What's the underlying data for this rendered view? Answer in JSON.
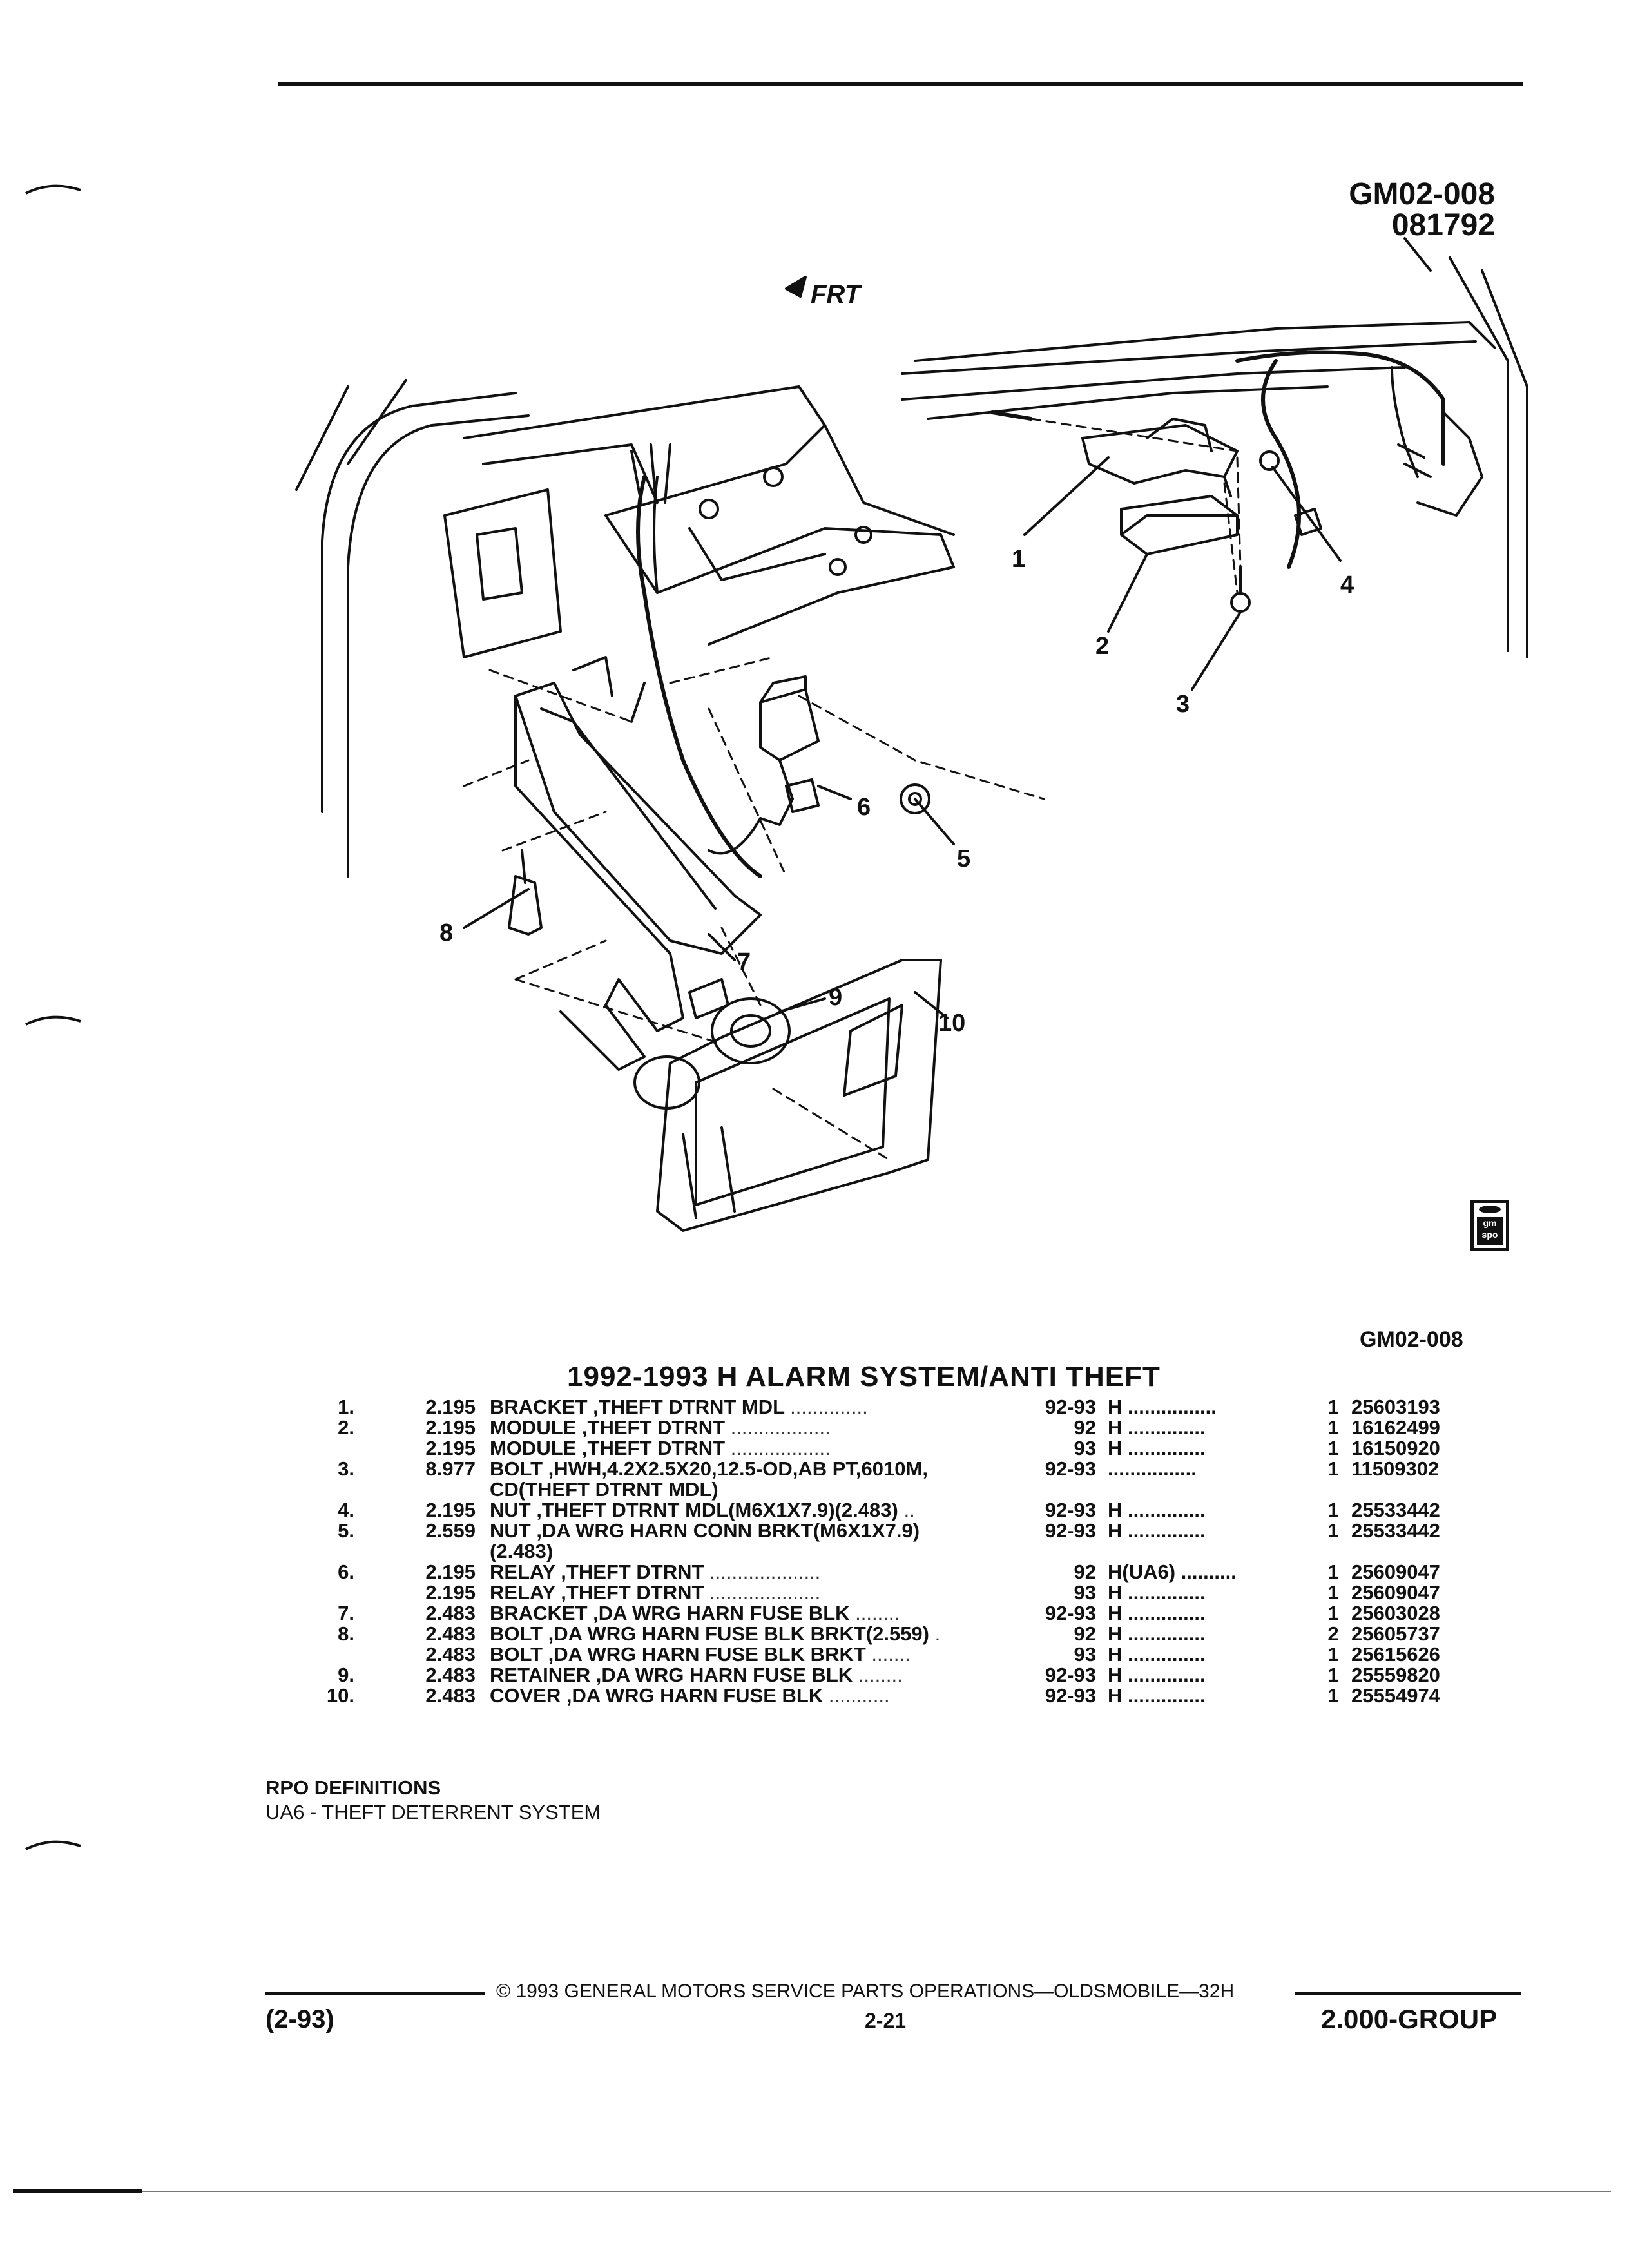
{
  "figure": {
    "id_top_1": "GM02-008",
    "id_top_2": "081792",
    "id_bottom": "GM02-008",
    "frt_label": "FRT",
    "callouts": [
      "1",
      "2",
      "3",
      "4",
      "5",
      "6",
      "7",
      "8",
      "9",
      "10"
    ]
  },
  "logo": {
    "text_1": "gm",
    "text_2": "spo"
  },
  "section_title": "1992-1993 H ALARM SYSTEM/ANTI THEFT",
  "parts": [
    {
      "no": "1.",
      "group": "2.195",
      "desc": "BRACKET ,THEFT DTRNT MDL",
      "leader": "..............",
      "years": "92-93",
      "model": "H ................",
      "qty": "1",
      "part": "25603193"
    },
    {
      "no": "2.",
      "group": "2.195",
      "desc": "MODULE ,THEFT DTRNT",
      "leader": "..................",
      "years": "92",
      "model": "H ..............",
      "qty": "1",
      "part": "16162499"
    },
    {
      "no": "",
      "group": "2.195",
      "desc": "MODULE ,THEFT DTRNT",
      "leader": "..................",
      "years": "93",
      "model": "H ..............",
      "qty": "1",
      "part": "16150920"
    },
    {
      "no": "3.",
      "group": "8.977",
      "desc": "BOLT ,HWH,4.2X2.5X20,12.5-OD,AB PT,6010M,",
      "leader": "",
      "years": "92-93",
      "model": "................",
      "qty": "1",
      "part": "11509302"
    },
    {
      "no": "",
      "group": "",
      "desc": "CD(THEFT DTRNT MDL)",
      "leader": "",
      "years": "",
      "model": "",
      "qty": "",
      "part": ""
    },
    {
      "no": "4.",
      "group": "2.195",
      "desc": "NUT ,THEFT DTRNT MDL(M6X1X7.9)(2.483)",
      "leader": "..",
      "years": "92-93",
      "model": "H ..............",
      "qty": "1",
      "part": "25533442"
    },
    {
      "no": "5.",
      "group": "2.559",
      "desc": "NUT ,DA WRG HARN CONN BRKT(M6X1X7.9)",
      "leader": "",
      "years": "92-93",
      "model": "H ..............",
      "qty": "1",
      "part": "25533442"
    },
    {
      "no": "",
      "group": "",
      "desc": "(2.483)",
      "leader": "",
      "years": "",
      "model": "",
      "qty": "",
      "part": ""
    },
    {
      "no": "6.",
      "group": "2.195",
      "desc": "RELAY ,THEFT DTRNT",
      "leader": "....................",
      "years": "92",
      "model": "H(UA6) ..........",
      "qty": "1",
      "part": "25609047"
    },
    {
      "no": "",
      "group": "2.195",
      "desc": "RELAY ,THEFT DTRNT",
      "leader": "....................",
      "years": "93",
      "model": "H ..............",
      "qty": "1",
      "part": "25609047"
    },
    {
      "no": "7.",
      "group": "2.483",
      "desc": "BRACKET ,DA WRG HARN FUSE BLK",
      "leader": "........",
      "years": "92-93",
      "model": "H ..............",
      "qty": "1",
      "part": "25603028"
    },
    {
      "no": "8.",
      "group": "2.483",
      "desc": "BOLT ,DA WRG HARN FUSE BLK BRKT(2.559)",
      "leader": ".",
      "years": "92",
      "model": "H ..............",
      "qty": "2",
      "part": "25605737"
    },
    {
      "no": "",
      "group": "2.483",
      "desc": "BOLT ,DA WRG HARN FUSE BLK BRKT",
      "leader": ".......",
      "years": "93",
      "model": "H ..............",
      "qty": "1",
      "part": "25615626"
    },
    {
      "no": "9.",
      "group": "2.483",
      "desc": "RETAINER ,DA WRG HARN FUSE BLK",
      "leader": "........",
      "years": "92-93",
      "model": "H ..............",
      "qty": "1",
      "part": "25559820"
    },
    {
      "no": "10.",
      "group": "2.483",
      "desc": "COVER ,DA WRG HARN FUSE BLK",
      "leader": "...........",
      "years": "92-93",
      "model": "H ..............",
      "qty": "1",
      "part": "25554974"
    }
  ],
  "rpo": {
    "heading": "RPO DEFINITIONS",
    "items": [
      "UA6 - THEFT DETERRENT SYSTEM"
    ]
  },
  "footer": {
    "left": "(2-93)",
    "center": "© 1993 GENERAL MOTORS SERVICE PARTS OPERATIONS—OLDSMOBILE—32H",
    "page": "2-21",
    "right": "2.000-GROUP"
  }
}
